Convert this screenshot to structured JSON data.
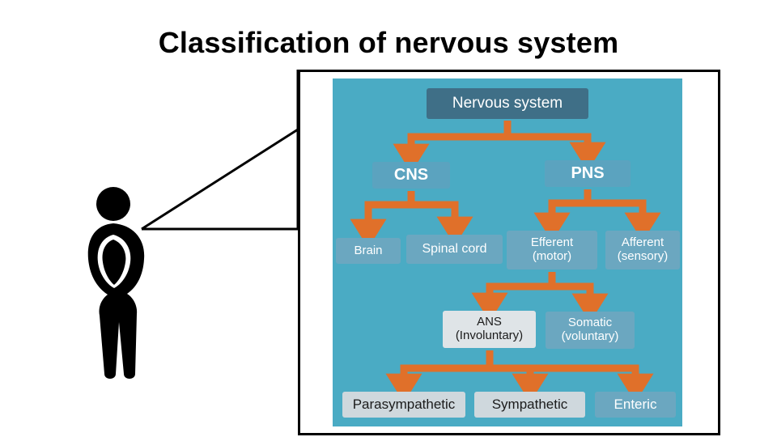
{
  "page": {
    "title": "Classification of nervous system",
    "background_color": "#ffffff"
  },
  "figure": {
    "name": "human-silhouette",
    "color": "#000000"
  },
  "callout": {
    "border_color": "#000000",
    "fill_color": "#ffffff"
  },
  "diagram": {
    "panel_color": "#4aabc4",
    "arrow_color": "#e0702a",
    "nodes": {
      "nervous_system": "Nervous system",
      "cns": "CNS",
      "pns": "PNS",
      "brain": "Brain",
      "spinal_cord": "Spinal  cord",
      "efferent": "Efferent\n(motor)",
      "afferent": "Afferent\n(sensory)",
      "ans": "ANS\n(Involuntary)",
      "somatic": "Somatic\n(voluntary)",
      "parasympathetic": "Parasympathetic",
      "sympathetic": "Sympathetic",
      "enteric": "Enteric"
    }
  }
}
